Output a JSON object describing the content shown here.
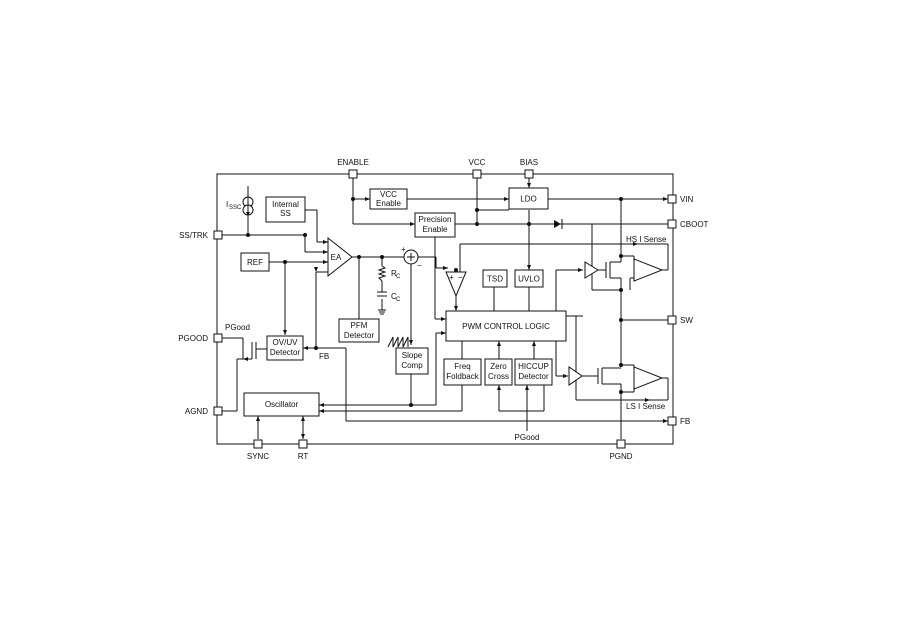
{
  "pins": {
    "enable": "ENABLE",
    "vcc": "VCC",
    "bias": "BIAS",
    "vin": "VIN",
    "cboot": "CBOOT",
    "sw": "SW",
    "fb_right": "FB",
    "ss_trk": "SS/TRK",
    "pgood": "PGOOD",
    "agnd": "AGND",
    "sync": "SYNC",
    "rt": "RT",
    "pgnd": "PGND"
  },
  "blocks": {
    "vcc_enable": [
      "VCC",
      "Enable"
    ],
    "ldo": "LDO",
    "internal_ss": [
      "Internal",
      "SS"
    ],
    "precision_enable": [
      "Precision",
      "Enable"
    ],
    "ref": "REF",
    "ea": "EA",
    "tsd": "TSD",
    "uvlo": "UVLO",
    "pwm": "PWM CONTROL LOGIC",
    "pfm": [
      "PFM",
      "Detector"
    ],
    "ovuv": [
      "OV/UV",
      "Detector"
    ],
    "slope": [
      "Slope",
      "Comp"
    ],
    "freq": [
      "Freq",
      "Foldback"
    ],
    "zero": [
      "Zero",
      "Cross"
    ],
    "hiccup": [
      "HICCUP",
      "Detector"
    ],
    "oscillator": "Oscillator"
  },
  "labels": {
    "issc_main": "I",
    "issc_sub": "SSC",
    "rc_main": "R",
    "rc_sub": "C",
    "cc_main": "C",
    "cc_sub": "C",
    "hs_sense": "HS I Sense",
    "ls_sense": "LS I Sense",
    "pgood_inner": "PGood",
    "fb_inner": "FB",
    "pgood_bottom": "PGood",
    "plus": "+",
    "minus": "−"
  },
  "colors": {
    "line": "#111111",
    "fill": "#ffffff"
  }
}
